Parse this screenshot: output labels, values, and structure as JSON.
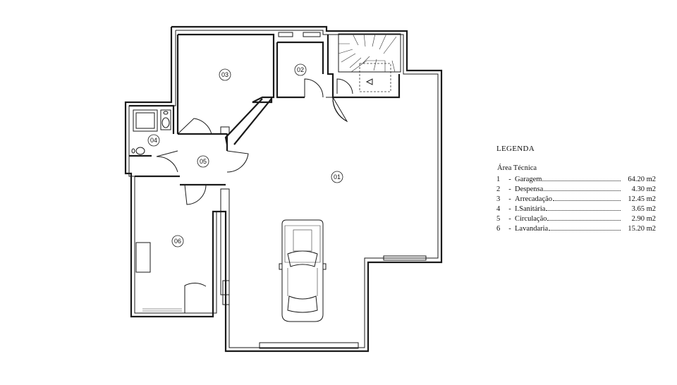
{
  "legend": {
    "title": "LEGENDA",
    "subtitle": "Área Técnica",
    "items": [
      {
        "num": "1",
        "name": "Garagem",
        "area": "64.20 m2"
      },
      {
        "num": "2",
        "name": "Despensa",
        "area": "4.30 m2"
      },
      {
        "num": "3",
        "name": "Arrecadação",
        "area": "12.45 m2"
      },
      {
        "num": "4",
        "name": "I.Sanitária",
        "area": "3.65 m2"
      },
      {
        "num": "5",
        "name": "Circulação",
        "area": "2.90 m2"
      },
      {
        "num": "6",
        "name": "Lavandaria",
        "area": "15.20 m2"
      }
    ]
  },
  "rooms": [
    {
      "id": "r01",
      "label": "01"
    },
    {
      "id": "r02",
      "label": "02"
    },
    {
      "id": "r03",
      "label": "03"
    },
    {
      "id": "r04",
      "label": "04"
    },
    {
      "id": "r05",
      "label": "05"
    },
    {
      "id": "r06",
      "label": "06"
    }
  ],
  "colors": {
    "line": "#1a1a1a",
    "background": "#ffffff"
  }
}
